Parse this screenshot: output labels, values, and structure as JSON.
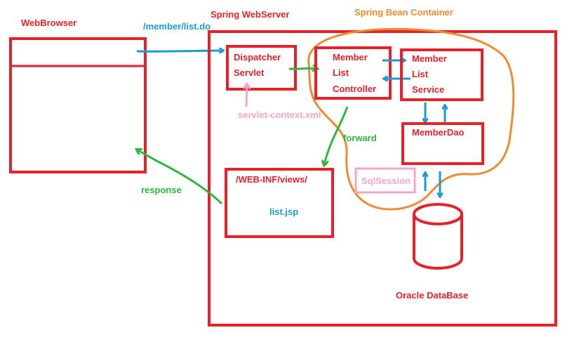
{
  "colors": {
    "red": "#e8202a",
    "blue": "#1a9ad6",
    "green": "#2db83d",
    "orange": "#f08a2c",
    "pink": "#f4a6c4"
  },
  "labels": {
    "web_browser": "WebBrowser",
    "request_url": "/member/list.do",
    "spring_webserver": "Spring WebServer",
    "spring_bean_container": "Spring Bean Container",
    "dispatcher_line1": "Dispatcher",
    "dispatcher_line2": "Servlet",
    "controller_line1": "Member",
    "controller_line2": "List",
    "controller_line3": "Controller",
    "service_line1": "Member",
    "service_line2": "List",
    "service_line3": "Service",
    "member_dao": "MemberDao",
    "servlet_context": "servlet-context.xml",
    "forward": "forward",
    "sql_session": "SqlSession",
    "views_path": "/WEB-INF/views/",
    "list_jsp": "list.jsp",
    "response": "response",
    "oracle_database": "Oracle DataBase"
  }
}
